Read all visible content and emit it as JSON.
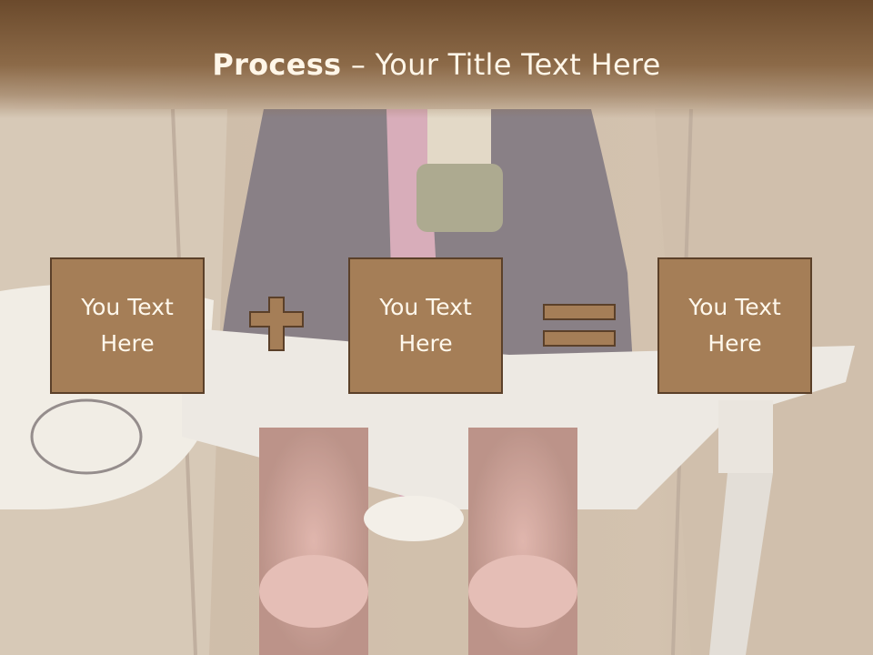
{
  "title": {
    "bold": "Process",
    "dash": " – ",
    "rest": "Your Title Text Here"
  },
  "boxes": [
    {
      "text": "You Text Here"
    },
    {
      "text": "You Text Here"
    },
    {
      "text": "You Text Here"
    }
  ],
  "operators": [
    "plus-icon",
    "equals-icon"
  ],
  "colors": {
    "title_bar": "#7a5a3a",
    "box_fill": "#a57e57",
    "box_border": "#5b4029",
    "text": "#fff8ec"
  }
}
